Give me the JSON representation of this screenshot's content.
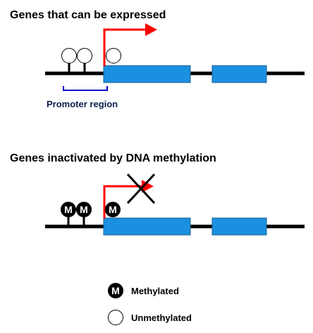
{
  "panel_expressed": {
    "title": "Genes that can be expressed",
    "promoter_label": "Promoter region"
  },
  "panel_inactivated": {
    "title": "Genes inactivated by DNA methylation",
    "methyl_symbol": "M"
  },
  "legend": {
    "methylated_symbol": "M",
    "methylated_label": "Methylated",
    "unmethylated_label": "Unmethylated"
  },
  "colors": {
    "dna_strand": "#000000",
    "exon": "#1a90e0",
    "transcription_arrow": "#ff0000",
    "promoter_bracket": "#0000cc",
    "methylated_fill": "#000000",
    "unmethylated_fill": "#ffffff"
  }
}
